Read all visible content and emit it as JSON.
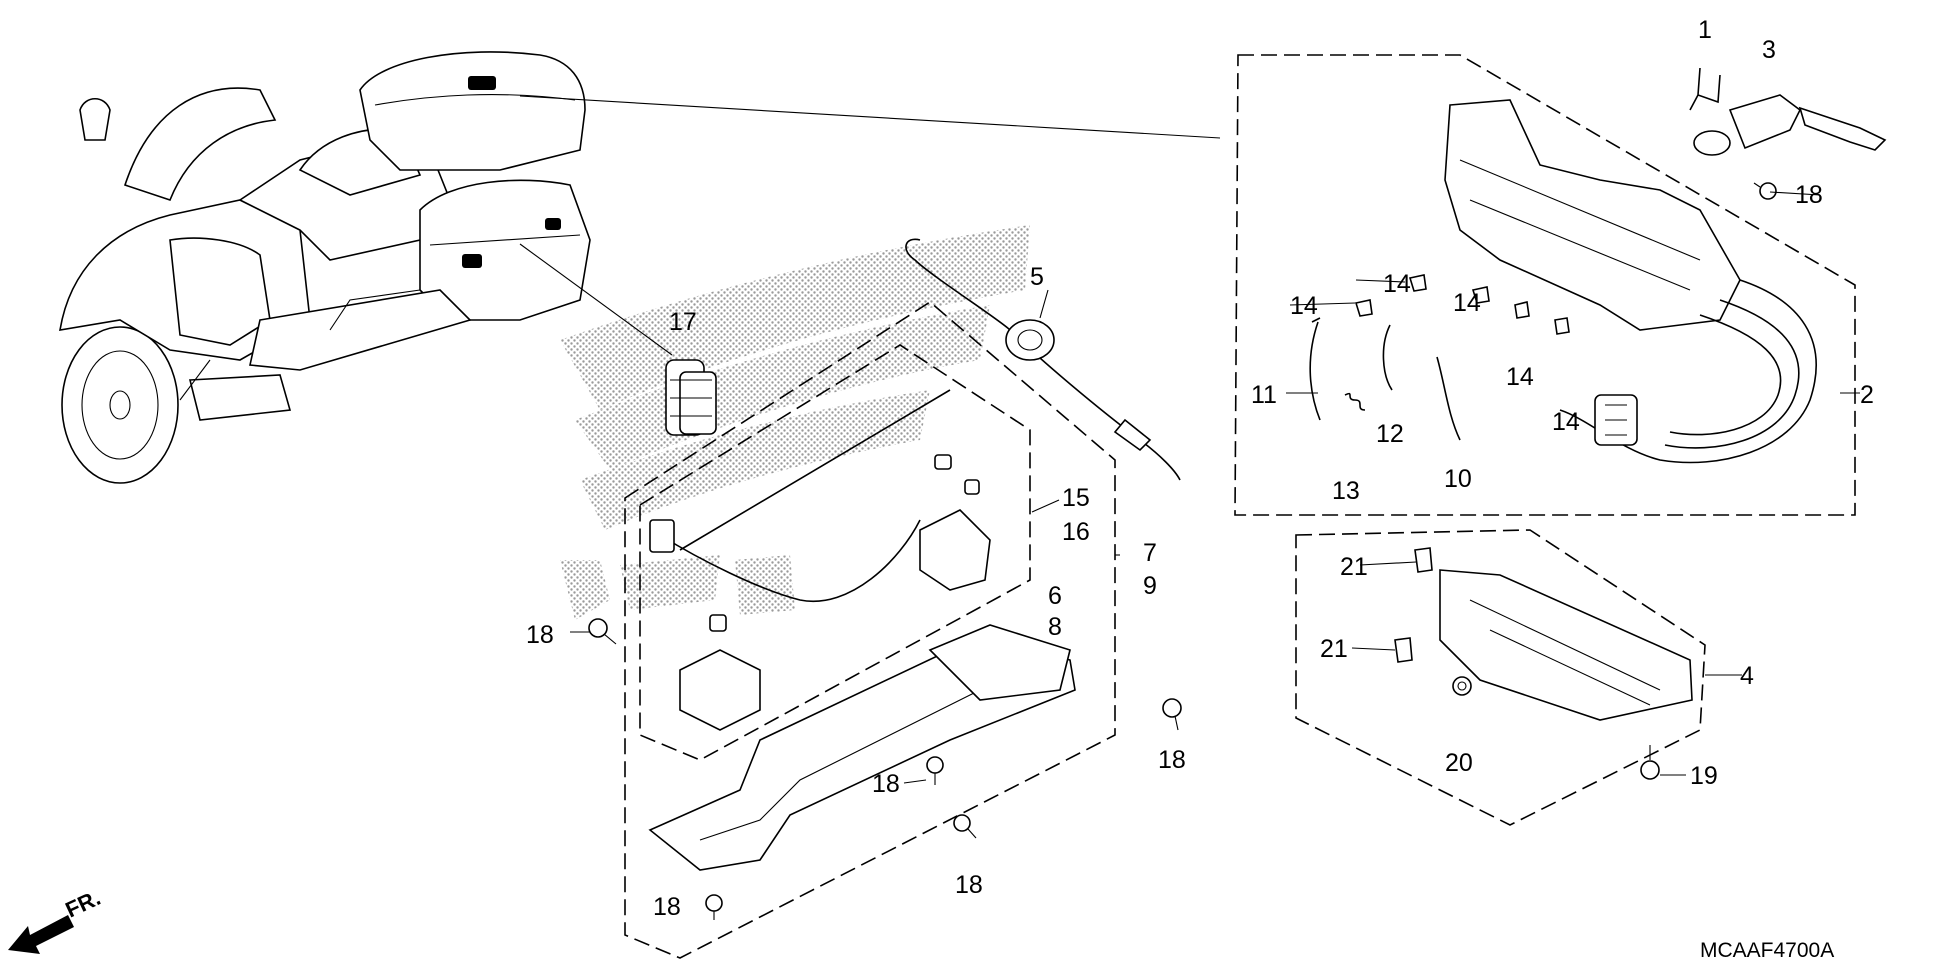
{
  "diagram_code": "MCAAF4700A",
  "direction_label": "FR.",
  "callouts": {
    "c1": "1",
    "c2": "2",
    "c3": "3",
    "c4": "4",
    "c5": "5",
    "c6": "6",
    "c7": "7",
    "c8": "8",
    "c9": "9",
    "c10": "10",
    "c11": "11",
    "c12": "12",
    "c13": "13",
    "c14a": "14",
    "c14b": "14",
    "c14c": "14",
    "c14d": "14",
    "c14e": "14",
    "c15": "15",
    "c16": "16",
    "c17": "17",
    "c18a": "18",
    "c18b": "18",
    "c18c": "18",
    "c18d": "18",
    "c18e": "18",
    "c18f": "18",
    "c19": "19",
    "c20": "20",
    "c21a": "21",
    "c21b": "21"
  },
  "colors": {
    "line": "#000000",
    "background": "#ffffff",
    "screen": "#b0b0b0"
  },
  "icons": [
    "motorcycle-illustration",
    "honda-wing-watermark",
    "front-direction-arrow-icon"
  ]
}
